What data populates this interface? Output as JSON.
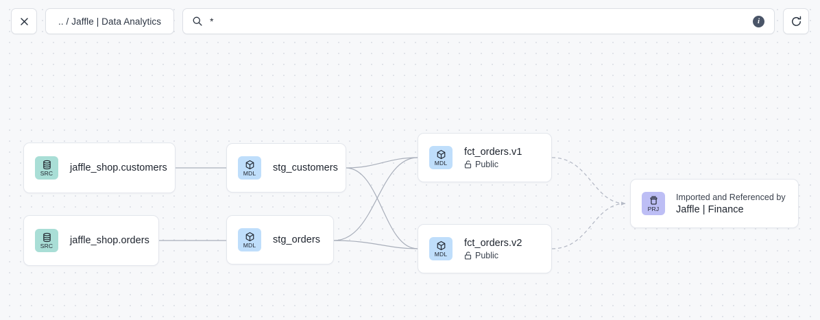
{
  "toolbar": {
    "close_label": "×",
    "close_icon": "close-icon",
    "breadcrumb": ".. / Jaffle | Data Analytics",
    "search": {
      "icon": "search-icon",
      "value": "*",
      "placeholder": "Search",
      "info_icon": "info-icon",
      "info_label": "i"
    },
    "refresh_icon": "refresh-icon"
  },
  "colors": {
    "canvas_bg": "#F7F8FA",
    "canvas_dot": "#D9DCE3",
    "node_bg": "#FFFFFF",
    "node_border": "#E3E6EC",
    "badge_src": "#A9DED6",
    "badge_mdl": "#BFDEFB",
    "badge_prj": "#BDBEF5",
    "edge_solid": "#A8AEBA",
    "edge_dashed": "#B5BAC6",
    "text_primary": "#1C222C",
    "info_badge": "#4A5568"
  },
  "graph": {
    "nodes": [
      {
        "id": "jaffle_shop_customers",
        "badge": "SRC",
        "badge_icon": "database-icon",
        "title": "jaffle_shop.customers"
      },
      {
        "id": "jaffle_shop_orders",
        "badge": "SRC",
        "badge_icon": "database-icon",
        "title": "jaffle_shop.orders"
      },
      {
        "id": "stg_customers",
        "badge": "MDL",
        "badge_icon": "cube-icon",
        "title": "stg_customers"
      },
      {
        "id": "stg_orders",
        "badge": "MDL",
        "badge_icon": "cube-icon",
        "title": "stg_orders"
      },
      {
        "id": "fct_orders_v1",
        "badge": "MDL",
        "badge_icon": "cube-icon",
        "title": "fct_orders.v1",
        "access_icon": "unlock-icon",
        "access": "Public"
      },
      {
        "id": "fct_orders_v2",
        "badge": "MDL",
        "badge_icon": "cube-icon",
        "title": "fct_orders.v2",
        "access_icon": "unlock-icon",
        "access": "Public"
      },
      {
        "id": "jaffle_finance",
        "badge": "PRJ",
        "badge_icon": "project-icon",
        "caption": "Imported and Referenced by",
        "title": "Jaffle | Finance"
      }
    ],
    "edges": [
      {
        "from": "jaffle_shop_customers",
        "to": "stg_customers",
        "style": "solid"
      },
      {
        "from": "jaffle_shop_orders",
        "to": "stg_orders",
        "style": "solid"
      },
      {
        "from": "stg_customers",
        "to": "fct_orders_v1",
        "style": "solid"
      },
      {
        "from": "stg_customers",
        "to": "fct_orders_v2",
        "style": "solid"
      },
      {
        "from": "stg_orders",
        "to": "fct_orders_v1",
        "style": "solid"
      },
      {
        "from": "stg_orders",
        "to": "fct_orders_v2",
        "style": "solid"
      },
      {
        "from": "fct_orders_v1",
        "to": "jaffle_finance",
        "style": "dashed",
        "arrow": true
      },
      {
        "from": "fct_orders_v2",
        "to": "jaffle_finance",
        "style": "dashed",
        "arrow": true
      }
    ]
  }
}
